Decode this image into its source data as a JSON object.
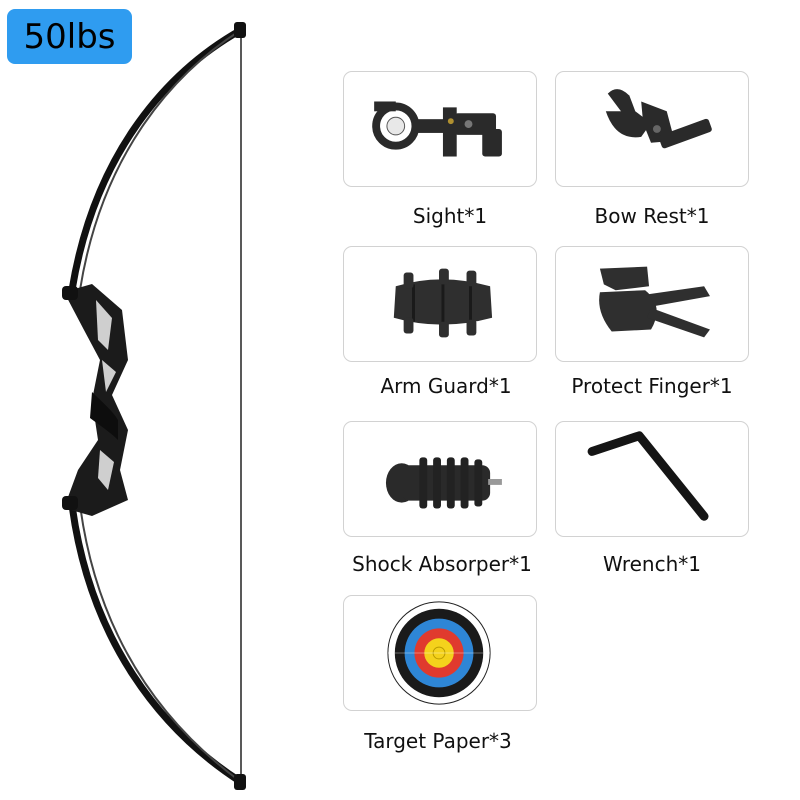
{
  "badge": {
    "weight": "50lbs"
  },
  "colors": {
    "badge_bg": "#2f9cf0",
    "card_border": "#d2d2d2",
    "accessory_dark": "#2a2a2a",
    "target_yellow": "#f4d21c",
    "target_red": "#e03a2e",
    "target_blue": "#2e86d6",
    "target_black": "#1a1a1a"
  },
  "main_product": {
    "icon": "recurve-bow-icon"
  },
  "accessories": [
    {
      "label": "Sight*1",
      "icon": "bow-sight-icon"
    },
    {
      "label": "Bow Rest*1",
      "icon": "arrow-rest-icon"
    },
    {
      "label": "Arm Guard*1",
      "icon": "arm-guard-icon"
    },
    {
      "label": "Protect Finger*1",
      "icon": "finger-tab-icon"
    },
    {
      "label": "Shock Absorper*1",
      "icon": "stabilizer-icon"
    },
    {
      "label": "Wrench*1",
      "icon": "hex-wrench-icon"
    },
    {
      "label": "Target Paper*3",
      "icon": "archery-target-icon"
    }
  ]
}
